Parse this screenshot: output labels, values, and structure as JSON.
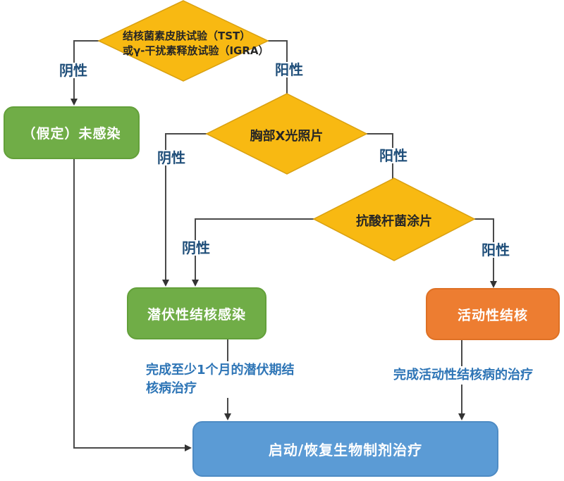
{
  "nodes": {
    "tst": {
      "line1": "结核菌素皮肤试验（TST）",
      "line2": "或γ-干扰素释放试验（IGRA）"
    },
    "chest_xray": {
      "label": "胸部X光照片"
    },
    "afb_smear": {
      "label": "抗酸杆菌涂片"
    },
    "presumed_uninfected": {
      "label": "（假定）未感染"
    },
    "latent_tb": {
      "label": "潜伏性结核感染"
    },
    "active_tb": {
      "label": "活动性结核"
    },
    "biologics": {
      "label": "启动/恢复生物制剂治疗"
    }
  },
  "edge_labels": {
    "negative": "阴性",
    "positive": "阳性"
  },
  "notes": {
    "latent_treatment": "完成至少1个月的潜伏期结核病治疗",
    "active_treatment": "完成活动性结核病的治疗"
  },
  "colors": {
    "decision_fill": "#F8B912",
    "decision_border": "#D9A010",
    "process_green": "#70AD47",
    "process_orange": "#ED7D31",
    "process_blue": "#5B9BD5",
    "connector": "#4A4A4A",
    "arrowhead": "#333333",
    "edge_label_text": "#1F4E79",
    "note_text": "#2E75B6",
    "node_text": "#FFFFFF",
    "decision_text": "#262626"
  }
}
